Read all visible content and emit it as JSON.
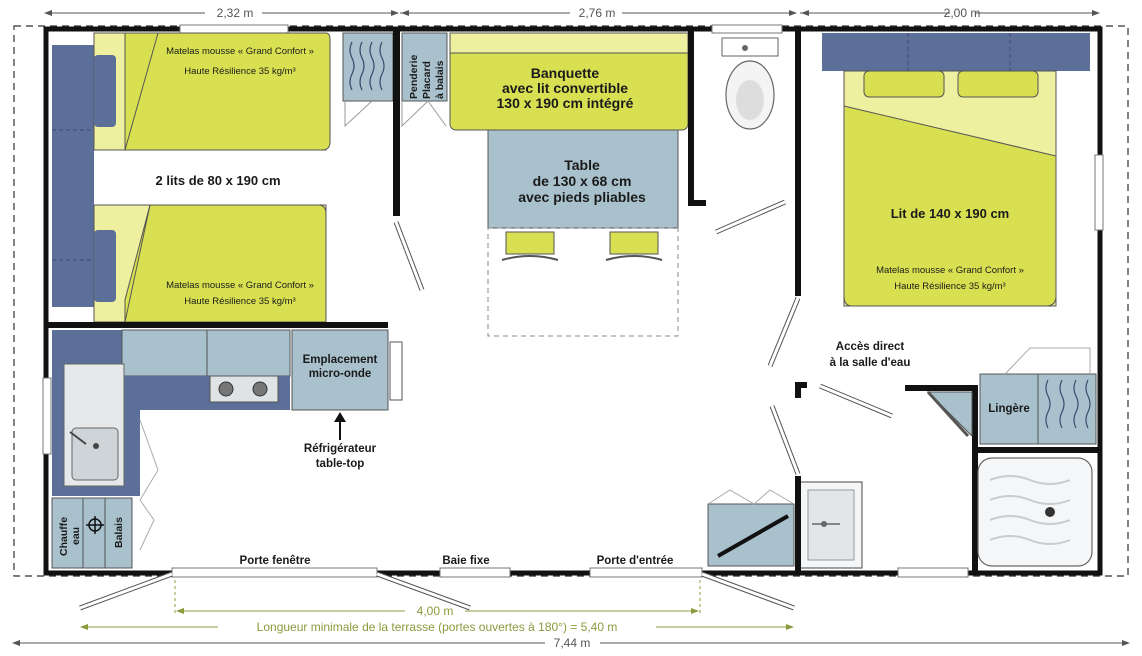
{
  "dimensions": {
    "left_room": "2,32 m",
    "middle": "2,76 m",
    "right_room": "2,00 m",
    "terrace_opening": "4,00 m",
    "terrace_min": "Longueur minimale de la terrasse (portes ouvertes à 180°) = 5,40 m",
    "total": "7,44 m"
  },
  "labels": {
    "twin_beds": "2 lits de 80 x 190 cm",
    "mattress_line1": "Matelas mousse « Grand Confort »",
    "mattress_line2": "Haute Résilience 35 kg/m³",
    "penderie_1": "Penderie",
    "penderie_2": "Placard",
    "penderie_3": "à balais",
    "banquette_1": "Banquette",
    "banquette_2": "avec lit convertible",
    "banquette_3": "130 x 190 cm intégré",
    "table_1": "Table",
    "table_2": "de 130 x 68 cm",
    "table_3": "avec pieds pliables",
    "double_bed": "Lit de 140 x 190 cm",
    "acces_1": "Accès direct",
    "acces_2": "à la salle d'eau",
    "lingere": "Lingère",
    "micro_1": "Emplacement",
    "micro_2": "micro-onde",
    "frigo_1": "Réfrigérateur",
    "frigo_2": "table-top",
    "chauffe_1": "Chauffe",
    "chauffe_2": "eau",
    "balais": "Balais",
    "porte_fenetre": "Porte fenêtre",
    "baie_fixe": "Baie fixe",
    "porte_entree": "Porte d'entrée"
  },
  "colors": {
    "wall": "#111111",
    "mattress": "#d8e052",
    "mattress_light": "#eef0a0",
    "headboard": "#5b6f99",
    "cabinet": "#a8c1cc",
    "dimension_line": "#555555",
    "terrace_line": "#8c9a3c"
  }
}
